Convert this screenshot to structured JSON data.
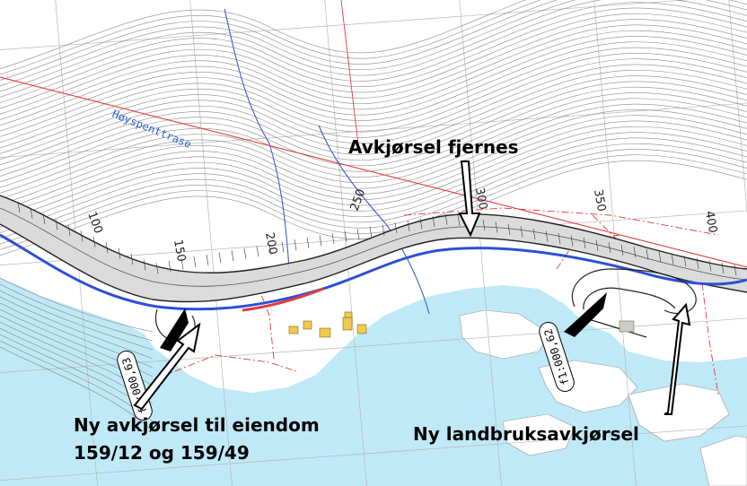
{
  "map": {
    "annotations": {
      "avkjorsel_fjernes": "Avkjørsel fjernes",
      "ny_avkjorsel_line1": "Ny avkjørsel til eiendom",
      "ny_avkjorsel_line2": "159/12 og 159/49",
      "ny_landbruk": "Ny landbruksavkjørsel"
    },
    "powerline_label": "Høyspenttrase",
    "road_tags": {
      "left": "f1:000,63",
      "right": "f1:000,62"
    },
    "stations": {
      "s100": "100",
      "s150": "150",
      "s200": "200",
      "s250": "250",
      "s300": "300",
      "s350": "350",
      "s400": "400"
    },
    "colors": {
      "water": "#bfe9f7",
      "contour": "#8a8a8a",
      "grid": "#b8b8b8",
      "road_edge": "#222222",
      "road_fill": "#d9d9d9",
      "new_road": "#2d4fd6",
      "powerline": "#e63b3b",
      "stream": "#3a5fd0",
      "property": "#e23a3a",
      "buildings": "#f2c94c"
    }
  }
}
